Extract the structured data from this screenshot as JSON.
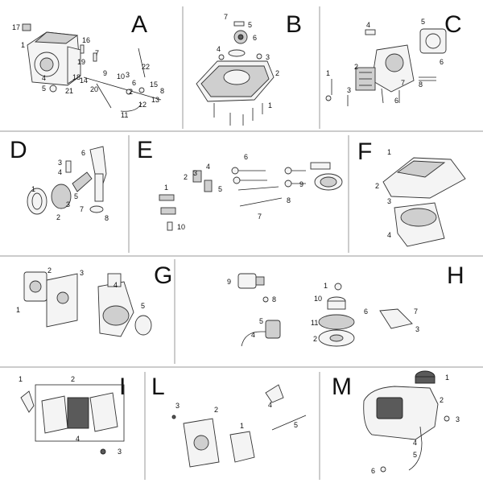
{
  "panels": [
    {
      "letter": "A",
      "parts": [
        "1",
        "2",
        "3",
        "4",
        "5",
        "6",
        "7",
        "8",
        "9",
        "10",
        "11",
        "12",
        "13",
        "14",
        "15",
        "16",
        "17",
        "18",
        "19",
        "20",
        "21",
        "22"
      ]
    },
    {
      "letter": "B",
      "parts": [
        "1",
        "2",
        "3",
        "4",
        "5",
        "6",
        "7"
      ]
    },
    {
      "letter": "C",
      "parts": [
        "1",
        "2",
        "3",
        "4",
        "5",
        "6",
        "7",
        "8"
      ]
    },
    {
      "letter": "D",
      "parts": [
        "1",
        "2",
        "3",
        "4",
        "5",
        "6",
        "7",
        "8"
      ]
    },
    {
      "letter": "E",
      "parts": [
        "1",
        "2",
        "3",
        "4",
        "5",
        "6",
        "7",
        "8",
        "9",
        "10"
      ]
    },
    {
      "letter": "F",
      "parts": [
        "1",
        "2",
        "3",
        "4"
      ]
    },
    {
      "letter": "G",
      "parts": [
        "1",
        "2",
        "3",
        "4",
        "5"
      ]
    },
    {
      "letter": "H",
      "parts": [
        "1",
        "2",
        "3",
        "4",
        "5",
        "6",
        "7",
        "8",
        "9",
        "10",
        "11"
      ]
    },
    {
      "letter": "I",
      "parts": [
        "1",
        "2",
        "3",
        "4"
      ]
    },
    {
      "letter": "L",
      "parts": [
        "1",
        "2",
        "3",
        "4",
        "5"
      ]
    },
    {
      "letter": "M",
      "parts": [
        "1",
        "2",
        "3",
        "4",
        "5",
        "6"
      ]
    }
  ]
}
